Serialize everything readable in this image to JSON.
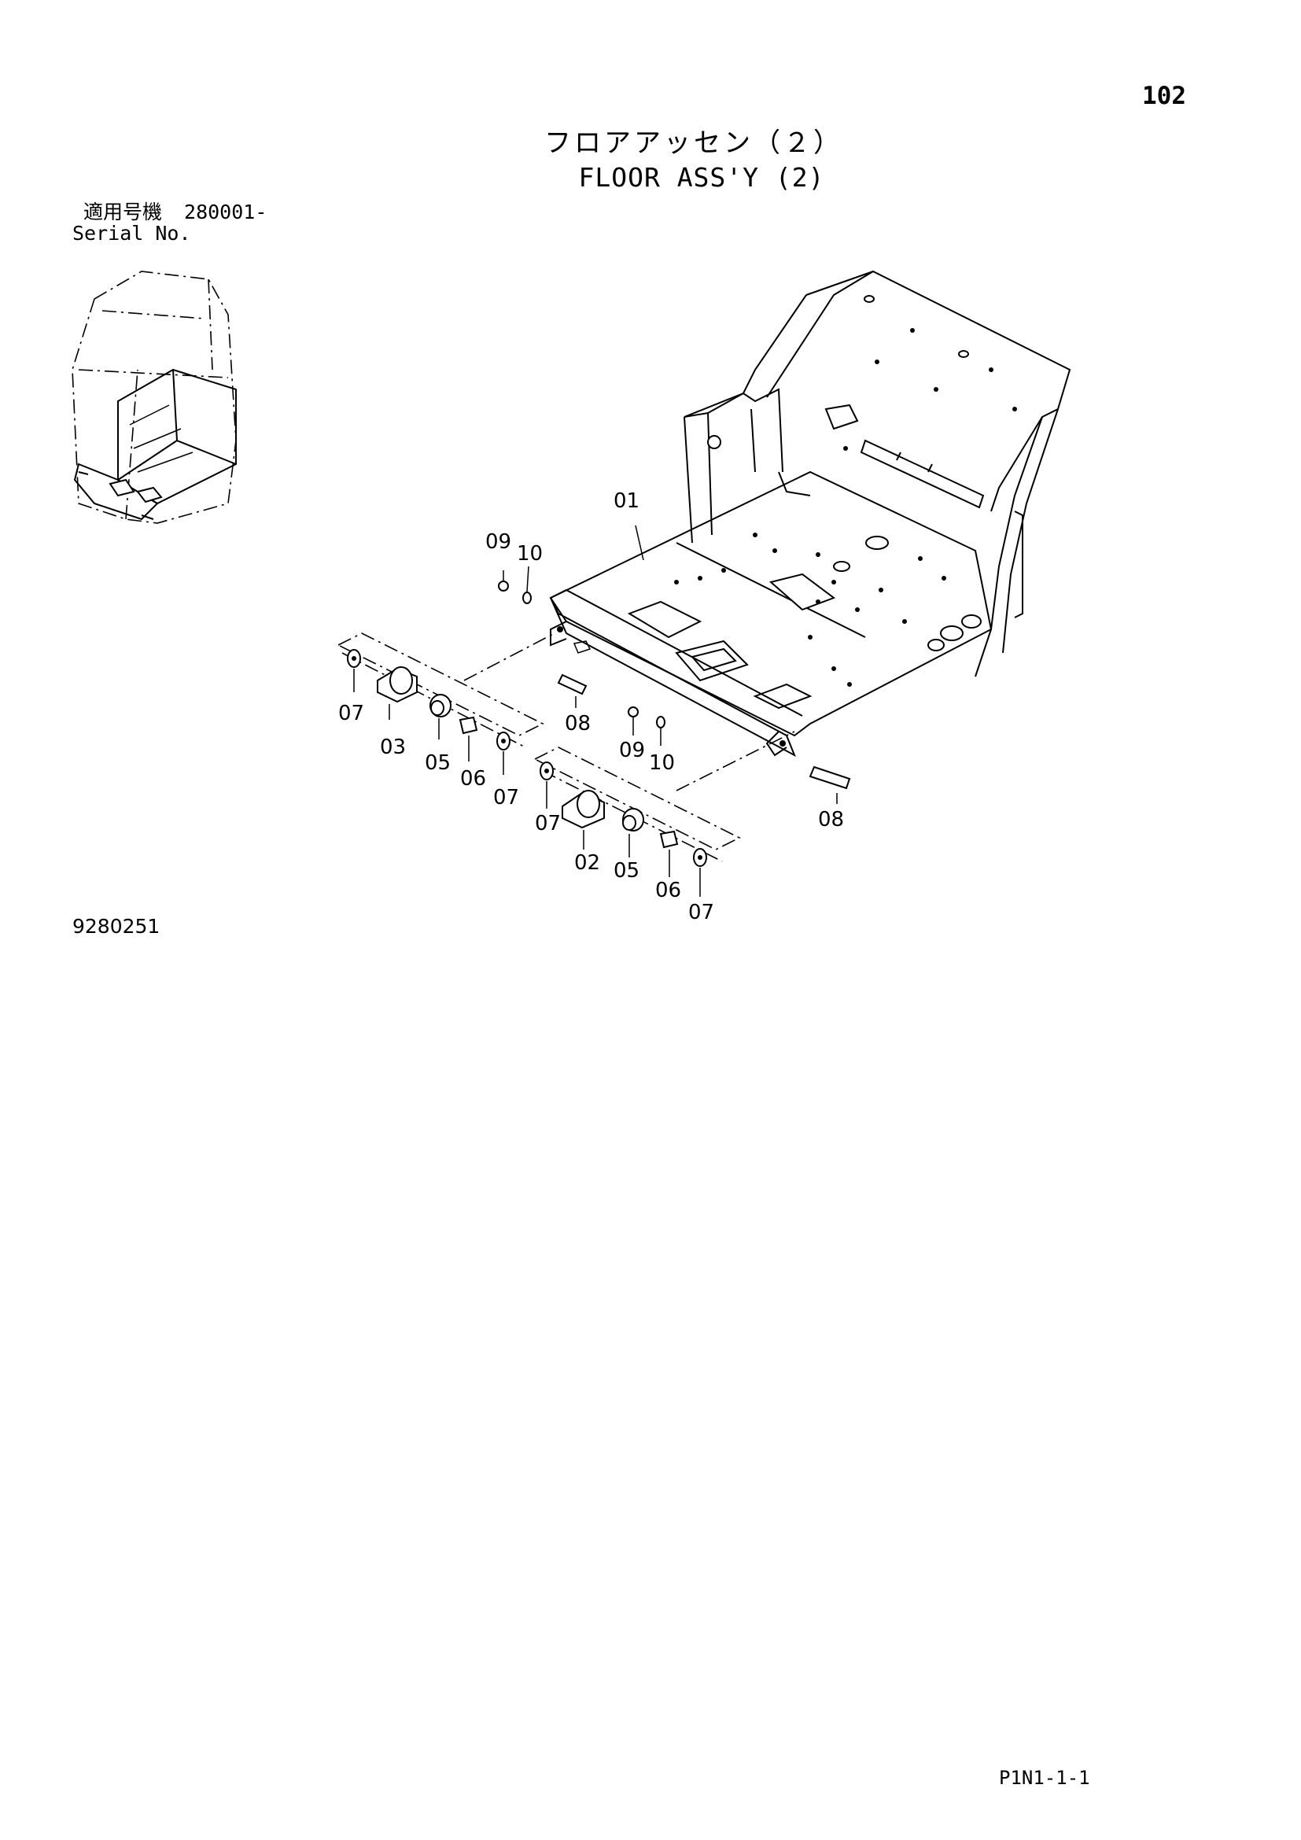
{
  "header": {
    "page_number": "102",
    "title_ja": "フロアアッセン（２）",
    "title_en": "FLOOR ASS'Y (2)"
  },
  "serial": {
    "label_ja": "適用号機",
    "value": "280001-",
    "label_en": "Serial No."
  },
  "diagram": {
    "callouts": {
      "c01": "01",
      "c09a": "09",
      "c10a": "10",
      "c07a": "07",
      "c03": "03",
      "c05a": "05",
      "c06a": "06",
      "c07b": "07",
      "c08a": "08",
      "c09b": "09",
      "c10b": "10",
      "c07c": "07",
      "c02": "02",
      "c05b": "05",
      "c06b": "06",
      "c07d": "07",
      "c08b": "08"
    }
  },
  "footer": {
    "drawing_code": "9280251",
    "page_code": "P1N1-1-1"
  }
}
